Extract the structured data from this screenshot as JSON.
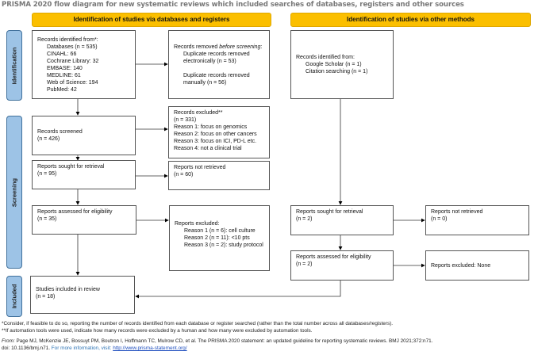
{
  "title": "PRISMA 2020 flow diagram for new systematic reviews which included searches of databases, registers and other sources",
  "headers": {
    "databases": "Identification of studies via databases and registers",
    "other": "Identification of studies via other methods"
  },
  "phases": {
    "identification": "Identification",
    "screening": "Screening",
    "included": "Included"
  },
  "db": {
    "identified": {
      "heading": "Records identified from*:",
      "items": [
        "Databases (n = 535)",
        "CINAHL: 66",
        "Cochrane Library: 32",
        "EMBASE: 140",
        "MEDLINE: 61",
        "Web of Science: 194",
        "PubMed: 42"
      ]
    },
    "removed": {
      "heading_a": "Records removed ",
      "heading_b": "before screening",
      "heading_c": ":",
      "items": [
        "Duplicate records removed electronically (n = 53)",
        "Duplicate records removed manually (n = 56)"
      ]
    },
    "screened": {
      "label": "Records screened",
      "n": "(n = 426)"
    },
    "excluded": {
      "label": "Records excluded**",
      "n": "(n = 331)",
      "reasons": [
        "Reason 1: focus on genomics",
        "Reason 2: focus on other cancers",
        "Reason 3: focus on ICI, PD-L etc.",
        "Reason 4: not a clinical trial"
      ]
    },
    "sought": {
      "label": "Reports sought for retrieval",
      "n": "(n = 95)"
    },
    "not_retrieved": {
      "label": "Reports not retrieved",
      "n": "(n = 60)"
    },
    "assessed": {
      "label": "Reports assessed for eligibility",
      "n": "(n = 35)"
    },
    "reports_excluded": {
      "label": "Reports excluded:",
      "reasons": [
        "Reason 1 (n = 6): cell culture",
        "Reason 2 (n = 11): <10 pts",
        "Reason 3 (n = 2): study protocol"
      ]
    },
    "included": {
      "label": "Studies included in review",
      "n": "(n = 18)"
    }
  },
  "other": {
    "identified": {
      "heading": "Records identified from:",
      "items": [
        "Google Scholar (n = 1)",
        "Citation searching (n = 1)"
      ]
    },
    "sought": {
      "label": "Reports sought for retrieval",
      "n": "(n = 2)"
    },
    "not_retrieved": {
      "label": "Reports not retrieved",
      "n": "(n = 0)"
    },
    "assessed": {
      "label": "Reports assessed for eligibility",
      "n": "(n = 2)"
    },
    "reports_excluded": {
      "label": "Reports excluded: None"
    }
  },
  "footnotes": {
    "f1": "*Consider, if feasible to do so, reporting the number of records identified from each database or register searched (rather than the total number across all databases/registers).",
    "f2": "**If automation tools were used, indicate how many records were excluded by a human and how many were excluded by automation tools.",
    "from_label": "From:",
    "citation": " Page MJ, McKenzie JE, Bossuyt PM, Boutron I, Hoffmann TC, Mulrow CD, et al. The PRISMA 2020 statement: an updated guideline for reporting systematic reviews. BMJ 2021;372:n71.",
    "doi": "doi: 10.1136/bmj.n71. ",
    "more": "For more information, visit: ",
    "link": "http://www.prisma-statement.org/"
  }
}
